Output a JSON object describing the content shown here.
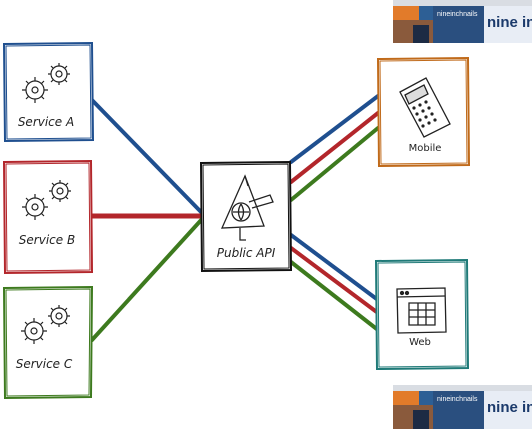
{
  "services": [
    {
      "label": "Service A",
      "color": "#1f4f8f"
    },
    {
      "label": "Service B",
      "color": "#b3262b"
    },
    {
      "label": "Service C",
      "color": "#3d7a1e"
    }
  ],
  "hub": {
    "label": "Public API"
  },
  "clients": [
    {
      "label": "Mobile",
      "color": "#c06a1a"
    },
    {
      "label": "Web",
      "color": "#1f7a78"
    }
  ],
  "banners": [
    {
      "small_text": "nineinchnails",
      "big_text": "nine in"
    },
    {
      "small_text": "nineinchnails",
      "big_text": "nine in"
    }
  ],
  "line_colors": [
    "#1f4f8f",
    "#b3262b",
    "#3d7a1e"
  ]
}
